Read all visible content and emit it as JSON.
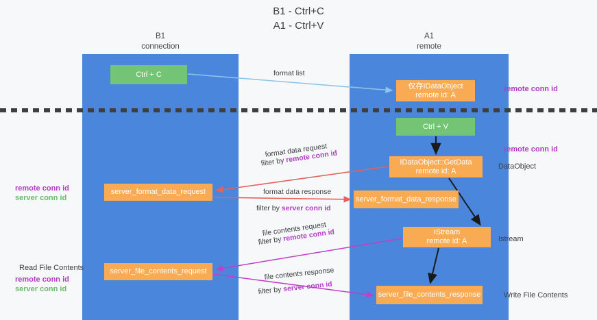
{
  "title": {
    "line1": "B1 - Ctrl+C",
    "line2": "A1 - Ctrl+V"
  },
  "lanes": [
    {
      "name": "B1",
      "sub": "connection",
      "color": "#4a86db"
    },
    {
      "name": "A1",
      "sub": "remote",
      "color": "#4a86db"
    }
  ],
  "colors": {
    "lane": "#4a86db",
    "green_box": "#74c476",
    "orange_box": "#f9ab54",
    "remote_conn_id": "#b23cc4",
    "server_conn_id_left": "#68bb6c",
    "arrow_blue": "#8ec4e8",
    "arrow_red": "#e8605a",
    "arrow_magenta": "#c13fc6",
    "arrow_black": "#1a1a1a",
    "background": "#f7f8fa"
  },
  "nodes": {
    "ctrl_c": "Ctrl + C",
    "idataobject": {
      "line1": "仅存IDataObject",
      "line2": "remote id: A"
    },
    "ctrl_v": "Ctrl + V",
    "getdata": {
      "line1": "IDataObject::GetData",
      "line2": "remote id: A"
    },
    "server_format_data_request": "server_format_data_request",
    "server_format_data_response": "server_format_data_response",
    "istream": {
      "line1": "IStream",
      "line2": "remote id: A"
    },
    "server_file_contents_request": "server_file_contents_request",
    "server_file_contents_response": "server_file_contents_response"
  },
  "edge_labels": {
    "format_list": "format list",
    "format_data_request": "format data request",
    "format_data_request_filter_prefix": "filter by ",
    "format_data_request_filter_key": "remote conn id",
    "format_data_response": "format data response",
    "format_data_response_filter_prefix": "filter by ",
    "format_data_response_filter_key": "server conn id",
    "file_contents_request": "file contents request",
    "file_contents_request_filter_prefix": "filter by ",
    "file_contents_request_filter_key": "remote conn id",
    "file_contents_response": "file contents response",
    "file_contents_response_filter_prefix": "filter by ",
    "file_contents_response_filter_key": "server conn id"
  },
  "annotations": {
    "right_remote_conn_id_top": "remote conn id",
    "right_remote_conn_id_mid": "remote conn id",
    "dataobject": "DataObject",
    "istream": "Istream",
    "write_file_contents": "Write File Contents",
    "read_file_contents": "Read File Contents",
    "left_remote_conn_id": "remote conn id",
    "left_server_conn_id": "server conn id",
    "left_remote_conn_id_2": "remote conn id",
    "left_server_conn_id_2": "server conn id"
  }
}
